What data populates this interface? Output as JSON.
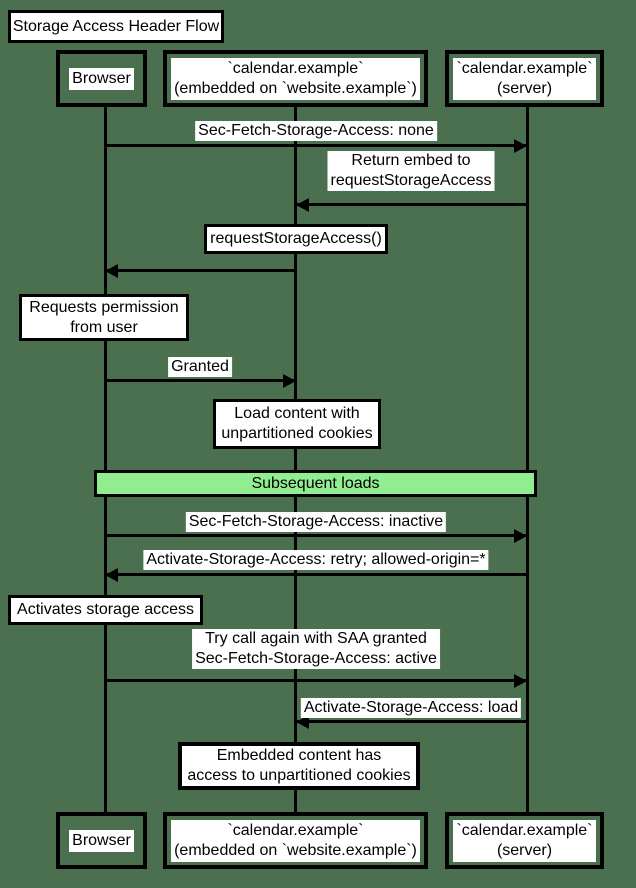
{
  "colors": {
    "background": "#4a7050",
    "band_green": "#90ee90",
    "note_fill": "#ffffff",
    "ink": "#000000"
  },
  "title": "Storage Access Header Flow",
  "actors": {
    "browser": "Browser",
    "embed_line1": "`calendar.example`",
    "embed_line2": "(embedded on `website.example`)",
    "server_line1": "`calendar.example`",
    "server_line2": "(server)"
  },
  "messages": {
    "m1": "Sec-Fetch-Storage-Access: none",
    "m2_line1": "Return embed to",
    "m2_line2": "requestStorageAccess",
    "m3": "Granted",
    "m4": "Sec-Fetch-Storage-Access: inactive",
    "m5": "Activate-Storage-Access: retry; allowed-origin=*",
    "m6_line1": "Try call again with SAA granted",
    "m6_line2": "Sec-Fetch-Storage-Access: active",
    "m7": "Activate-Storage-Access: load"
  },
  "notes": {
    "request_storage_access": "requestStorageAccess()",
    "requests_permission_line1": "Requests permission",
    "requests_permission_line2": "from user",
    "load_content_line1": "Load content with",
    "load_content_line2": "unpartitioned cookies",
    "activates_storage": "Activates storage access",
    "embedded_content_line1": "Embedded content has",
    "embedded_content_line2": "access to unpartitioned cookies"
  },
  "band": {
    "label": "Subsequent loads"
  }
}
